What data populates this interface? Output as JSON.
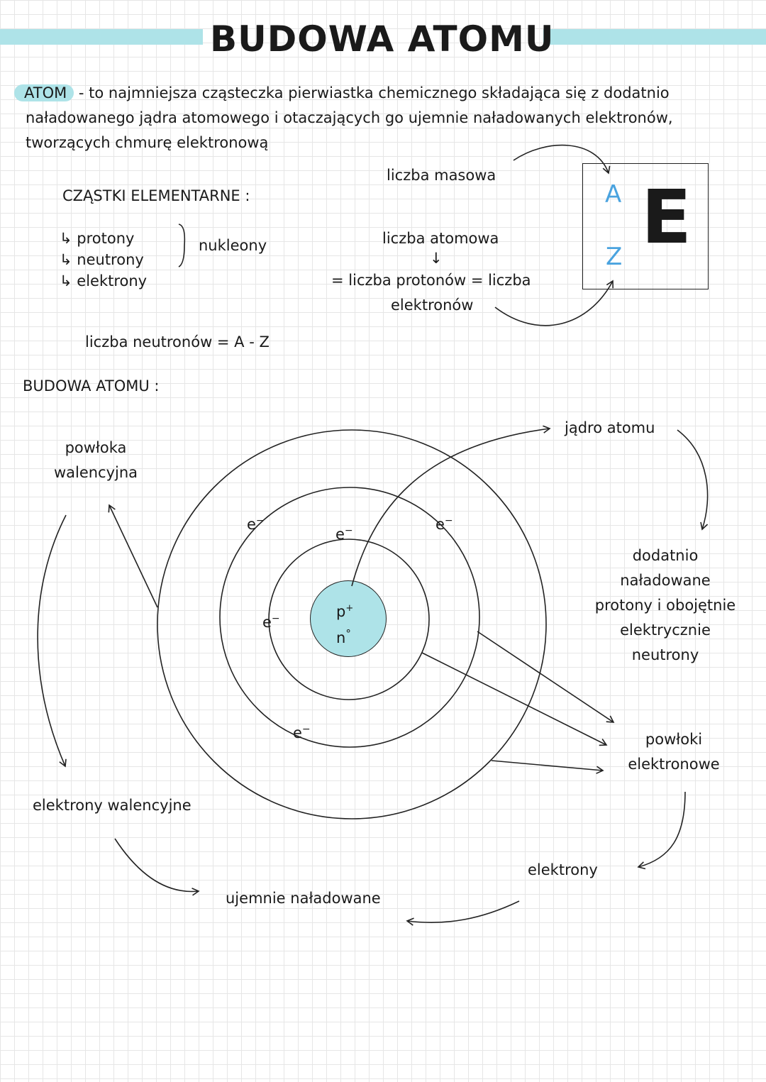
{
  "title": "BUDOWA ATOMU",
  "definition": {
    "term": "ATOM",
    "text": " - to najmniejsza cząsteczka pierwiastka chemicznego składająca się z dodatnio naładowanego jądra atomowego i otaczających go ujemnie naładowanych elektronów, tworzących chmurę elektronową"
  },
  "particles": {
    "heading": "CZĄSTKI ELEMENTARNE :",
    "items": [
      "protony",
      "neutrony",
      "elektrony"
    ],
    "group_label": "nukleony"
  },
  "nuclide": {
    "mass_label": "liczba masowa",
    "atomic_label": "liczba atomowa",
    "arrow": "↓",
    "equals_line": "= liczba protonów = liczba",
    "equals_line2": "elektronów",
    "A": "A",
    "Z": "Z",
    "E": "E"
  },
  "neutron_formula": "liczba neutronów = A - Z",
  "structure_heading": "BUDOWA ATOMU :",
  "diagram": {
    "valence_shell": [
      "powłoka",
      "walencyjna"
    ],
    "nucleus_label": "jądro atomu",
    "nucleus_desc": [
      "dodatnio",
      "naładowane",
      "protony i obojętnie",
      "elektrycznie",
      "neutrony"
    ],
    "shells_label": [
      "powłoki",
      "elektronowe"
    ],
    "valence_electrons": "elektrony walencyjne",
    "electrons": "elektrony",
    "negative": "ujemnie naładowane",
    "electron_symbol": "e",
    "minus": "−",
    "proton": "p",
    "plus": "+",
    "neutron": "n",
    "zero": "°"
  },
  "colors": {
    "accent": "#aee3e8",
    "nucleus": "#aee3e8",
    "az_blue": "#4aa3df",
    "ink": "#1a1a1a"
  }
}
